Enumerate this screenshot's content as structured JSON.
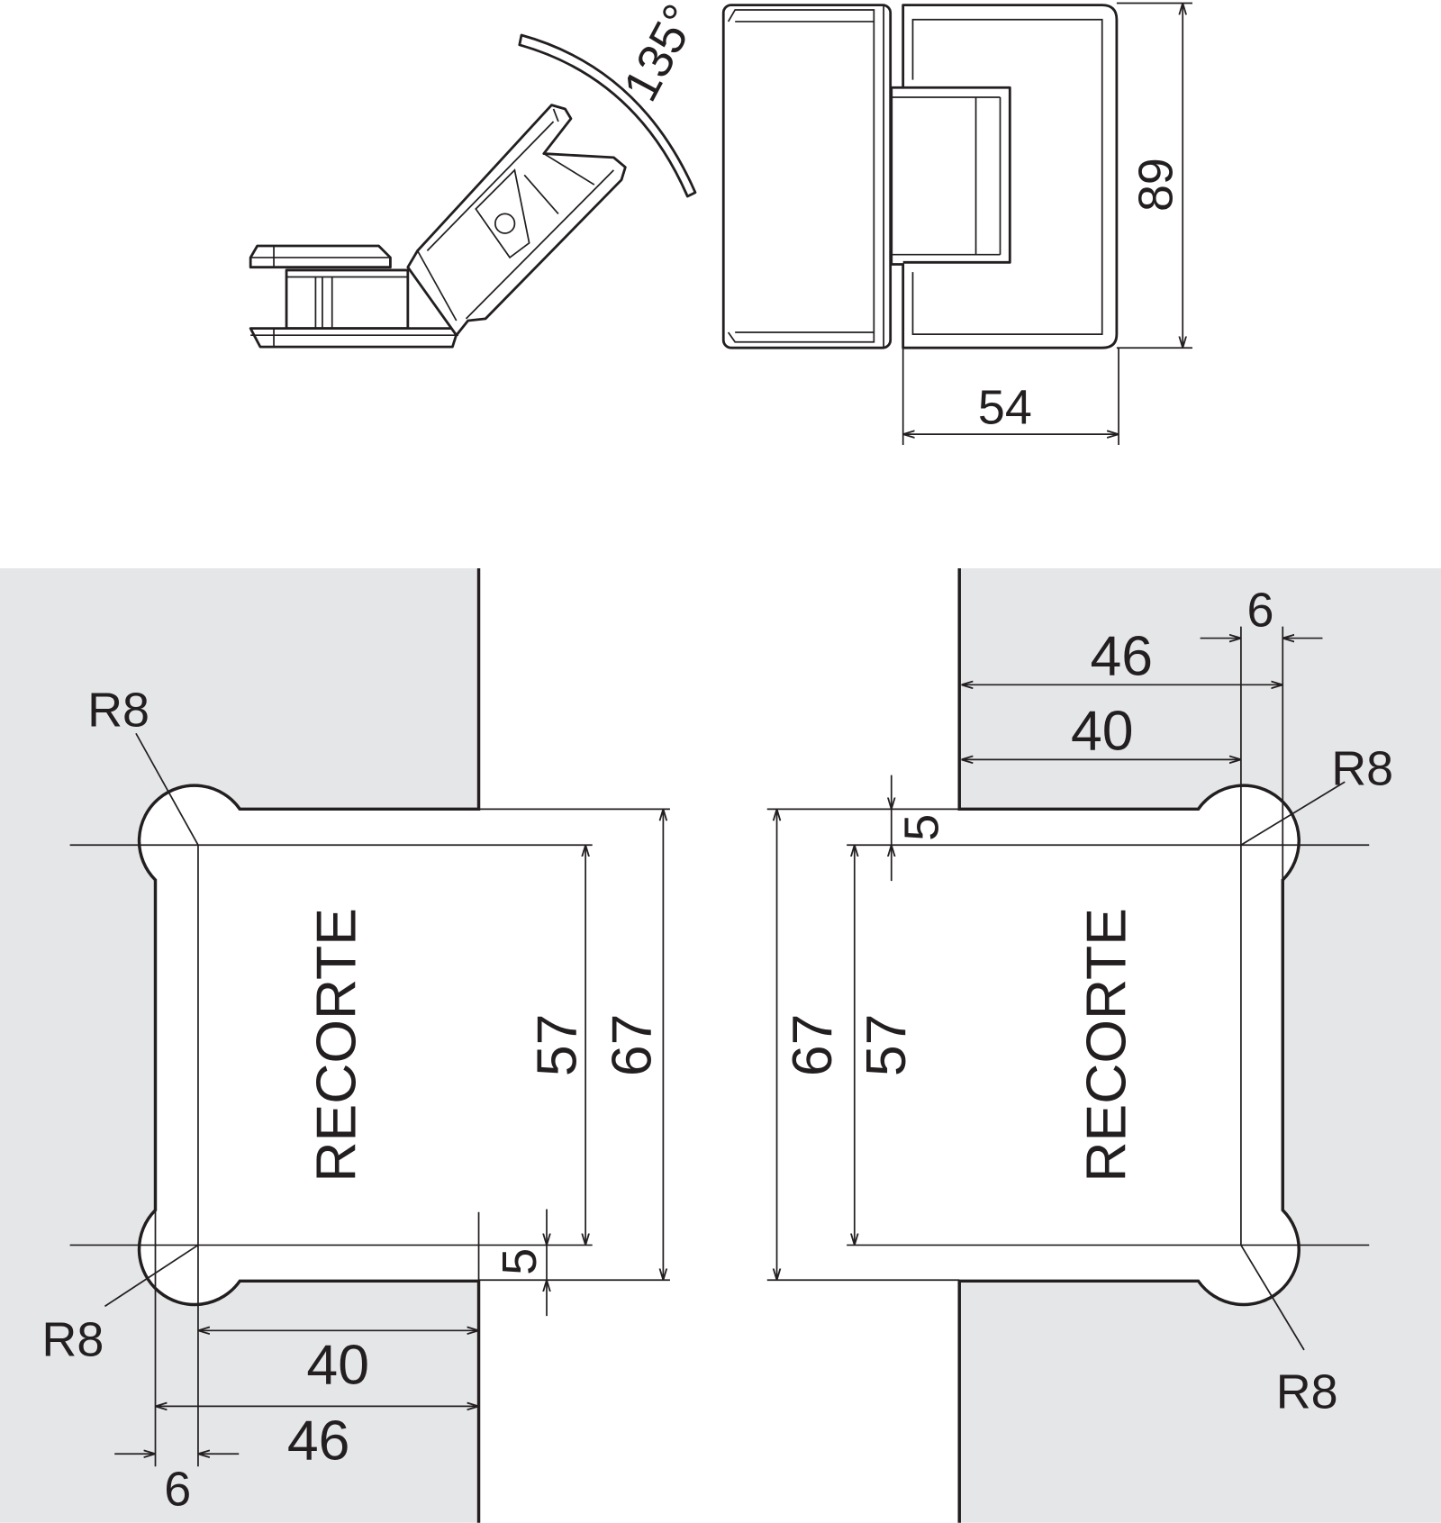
{
  "top_view": {
    "angle_label": "135°",
    "height_label": "89",
    "width_label": "54"
  },
  "left_cutout": {
    "label": "RECORTE",
    "radius_top": "R8",
    "radius_bottom": "R8",
    "dim_inner_height": "57",
    "dim_outer_height": "67",
    "dim_offset": "5",
    "dim_inner_width": "40",
    "dim_outer_width": "46",
    "dim_margin": "6"
  },
  "right_cutout": {
    "label": "RECORTE",
    "radius_top": "R8",
    "radius_bottom": "R8",
    "dim_inner_height": "57",
    "dim_outer_height": "67",
    "dim_offset": "5",
    "dim_inner_width": "40",
    "dim_outer_width": "46",
    "dim_margin": "6"
  },
  "colors": {
    "line": "#231f20",
    "glass": "#e5e6e8"
  }
}
